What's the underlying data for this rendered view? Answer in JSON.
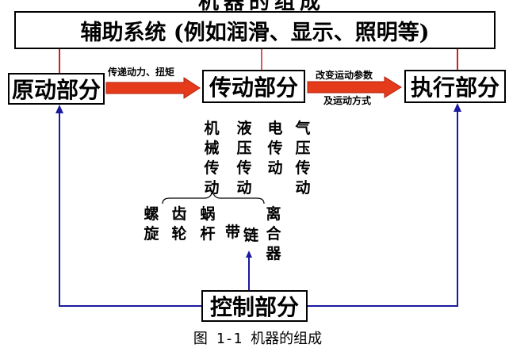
{
  "diagram": {
    "title_partial": "机器的组成",
    "aux_box": "辅助系统 (例如润滑、显示、照明等)",
    "prime_box": "原动部分",
    "trans_box": "传动部分",
    "exec_box": "执行部分",
    "ctrl_box": "控制部分",
    "arrow1_label": "传递动力、扭矩",
    "arrow2_label_line1": "改变运动参数",
    "arrow2_label_line2": "及运动方式",
    "transmission_types": [
      "机械传动",
      "液压传动",
      "电传动",
      "气压传动"
    ],
    "mechanical_types": [
      "螺旋",
      "齿轮",
      "蜗杆",
      "带",
      "链",
      "离合器"
    ],
    "caption": "图 1-1 机器的组成"
  },
  "colors": {
    "blue_line": "#1a1a9e",
    "red_line": "#cc2020",
    "arrow_fill": "#e53b1a",
    "arrow_stroke": "#b02010"
  }
}
